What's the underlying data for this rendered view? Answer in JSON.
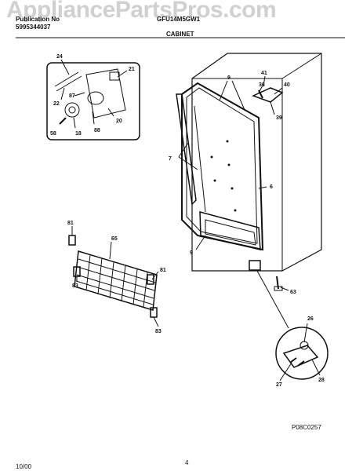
{
  "header": {
    "publication_label": "Publication No",
    "publication_number": "5995344037",
    "model": "GFU14M5GW1",
    "section_title": "CABINET"
  },
  "watermark": "AppliancePartsPros.com",
  "part_labels": [
    "24",
    "21",
    "87",
    "22",
    "20",
    "88",
    "58",
    "18",
    "9",
    "36",
    "41",
    "40",
    "39",
    "7",
    "6",
    "9",
    "81",
    "65",
    "81",
    "83",
    "83",
    "63",
    "26",
    "27",
    "28"
  ],
  "footer": {
    "date": "10/00",
    "page": "4",
    "drawing_code": "P08C0257"
  }
}
